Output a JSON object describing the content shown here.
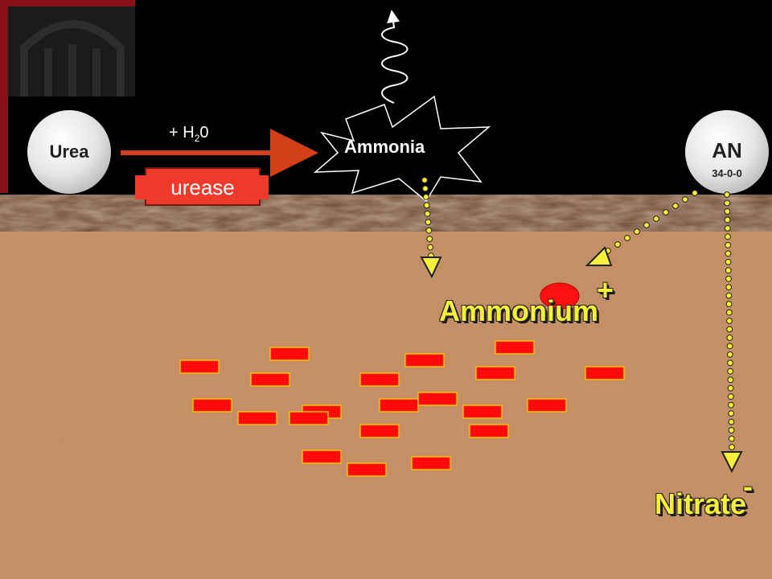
{
  "diagram": {
    "urea_label": "Urea",
    "water_prefix": "+ H",
    "water_sub": "2",
    "water_suffix": "0",
    "enzyme_label": "urease",
    "ammonia_label": "Ammonia",
    "an_label": "AN",
    "an_grade": "34-0-0",
    "ammonium_label": "Ammonium",
    "ammonium_charge": "+",
    "nitrate_label": "Nitrate",
    "nitrate_charge": "-",
    "particle_count": 21
  },
  "colors": {
    "sky": "#000000",
    "soil": "#c4875a",
    "soil_band": "#6e4a36",
    "reaction_arrow": "#d2401a",
    "enzyme_box": "#ee3a2a",
    "particle": "#ff0a0a",
    "particle_border": "#f5c400",
    "dotted_path": "#f7ef3a",
    "ion_text": "#f7ef3a",
    "ion_circle": "#ff1010"
  }
}
